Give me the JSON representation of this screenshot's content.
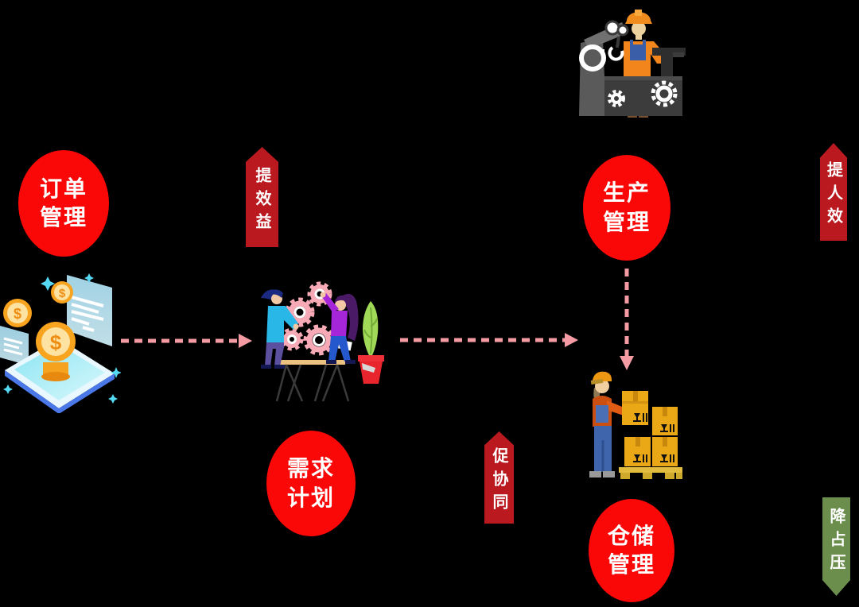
{
  "colors": {
    "background": "#000000",
    "node_red": "#fa0707",
    "ribbon_red": "#ba1a1f",
    "ribbon_green": "#6b8e4c",
    "arrow_pink": "#f49ba3",
    "text_white": "#ffffff"
  },
  "nodes": {
    "order": {
      "line1": "订单",
      "line2": "管理"
    },
    "production": {
      "line1": "生产",
      "line2": "管理"
    },
    "demand": {
      "line1": "需求",
      "line2": "计划"
    },
    "warehouse": {
      "line1": "仓储",
      "line2": "管理"
    }
  },
  "ribbons": {
    "benefit": {
      "text": "提效益",
      "direction": "up",
      "color": "#ba1a1f"
    },
    "labor": {
      "text": "提人效",
      "direction": "up",
      "color": "#ba1a1f"
    },
    "synergy": {
      "text": "促协同",
      "direction": "up",
      "color": "#ba1a1f"
    },
    "stock": {
      "text": "降占压",
      "direction": "down",
      "color": "#6b8e4c"
    }
  },
  "finance": {
    "coin_symbol": "$"
  },
  "icons": {
    "finance": "money-coins-tablet-illustration",
    "planning": "team-gears-collaboration-illustration",
    "production": "factory-machine-operator-illustration",
    "warehouse": "worker-stacking-boxes-illustration"
  },
  "arrows": [
    {
      "from": "finance-illustration",
      "to": "planning-illustration",
      "direction": "right"
    },
    {
      "from": "planning-illustration",
      "to": "production-node",
      "direction": "right"
    },
    {
      "from": "production-node",
      "to": "warehouse-illustration",
      "direction": "down"
    }
  ]
}
